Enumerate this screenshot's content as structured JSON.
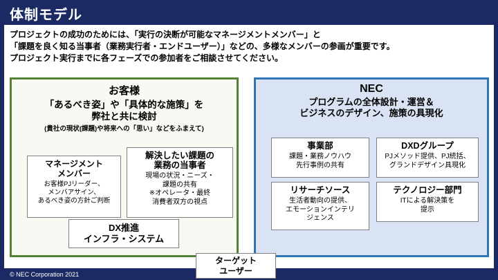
{
  "slide": {
    "title": "体制モデル",
    "intro": "プロジェクトの成功のためには、「実行の決断が可能なマネージメントメンバー」と\n「課題を良く知る当事者（業務実行者・エンドユーザー）」などの、多様なメンバーの参画が重要です。\nプロジェクト実行までに各フェーズでの参加者をご相談させてください。",
    "footer": "© NEC Corporation 2021"
  },
  "customer": {
    "title": "お客様",
    "subtitle": "「あるべき姿」や「具体的な施策」を\n弊社と共に検討",
    "note": "(貴社の現状(課題)や将来への「思い」などをふまえて)",
    "management": {
      "title": "マネージメント\nメンバー",
      "body": "お客様PJリーダー、\nメンバアサイン、\nあるべき姿の方針ご判断"
    },
    "stakeholder": {
      "title": "解決したい課題の\n業務の当事者",
      "body": "現場の状況・ニーズ・\n課題の共有\n※オペレータ・最終\n消費者双方の視点"
    },
    "dx": {
      "title": "DX推進\nインフラ・システム"
    }
  },
  "nec": {
    "title": "NEC",
    "subtitle": "プログラムの全体設計・運営＆\nビジネスのデザイン、施策の具現化",
    "boxes": [
      {
        "title": "事業部",
        "body": "課題・業務ノウハウ\n先行事例の共有"
      },
      {
        "title": "DXDグループ",
        "body": "PJメソッド提供、PJ統括、\nグランドデザイン具現化"
      },
      {
        "title": "リサーチソース",
        "body": "生活者動向の提供、\nエモーションインテリ\nジェンス"
      },
      {
        "title": "テクノロジー部門",
        "body": "ITによる解決策を\n提示"
      }
    ]
  },
  "target_user": {
    "title": "ターゲット\nユーザー"
  },
  "colors": {
    "navy": "#1b2a63",
    "green_border": "#538135",
    "green_fill": "#f6faf2",
    "blue_border": "#2e75b6",
    "blue_fill": "#dae3f3"
  }
}
